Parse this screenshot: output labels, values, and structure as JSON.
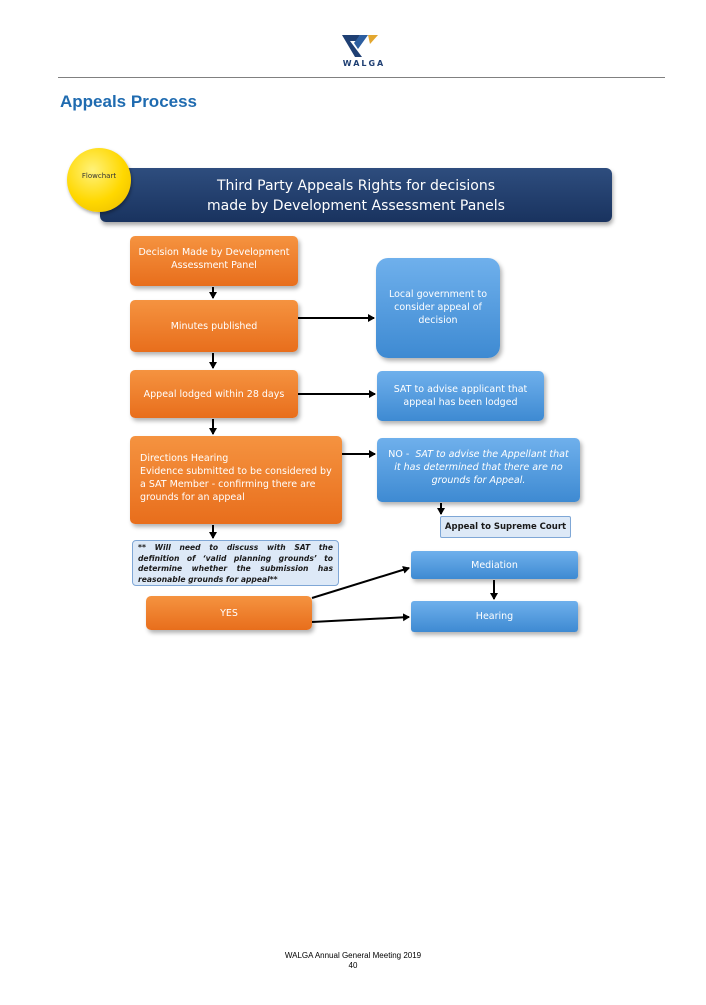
{
  "header": {
    "logo_text": "WALGA",
    "colors": {
      "logo_blue": "#1f3f73",
      "logo_gold": "#e3a72f"
    }
  },
  "page_title": "Appeals Process",
  "flowchart": {
    "badge_label": "Flowchart",
    "banner_line1": "Third Party Appeals Rights for decisions",
    "banner_line2": "made by Development Assessment Panels",
    "decision_box_line1": "Decision Made by Development",
    "decision_box_line2": "Assessment Panel",
    "minutes_box": "Minutes published",
    "appeal_lodged_box": "Appeal lodged within 28 days",
    "directions_line1": "Directions Hearing",
    "directions_line2": "Evidence submitted to be considered by a SAT Member - confirming there are grounds for an appeal",
    "note": "** Will need to discuss with SAT the definition of ‘valid planning grounds’ to determine whether the submission has reasonable grounds for appeal**",
    "yes_box": "YES",
    "local_gov_box": "Local government to consider appeal of decision",
    "sat_advise_box": "SAT to advise applicant that appeal has been lodged",
    "no_prefix": "NO -",
    "no_text": "SAT to advise the Appellant that it has determined that there are no grounds for Appeal.",
    "supreme_court_box": "Appeal to Supreme Court",
    "mediation_box": "Mediation",
    "hearing_box": "Hearing",
    "colors": {
      "orange": "#ee7d2b",
      "blue": "#5a9fe0",
      "navy": "#1f3c6b",
      "yellow": "#ffd800",
      "title_blue": "#1f6bb0"
    }
  },
  "footer": {
    "line1": "WALGA Annual General Meeting 2019",
    "page_number": "40"
  }
}
